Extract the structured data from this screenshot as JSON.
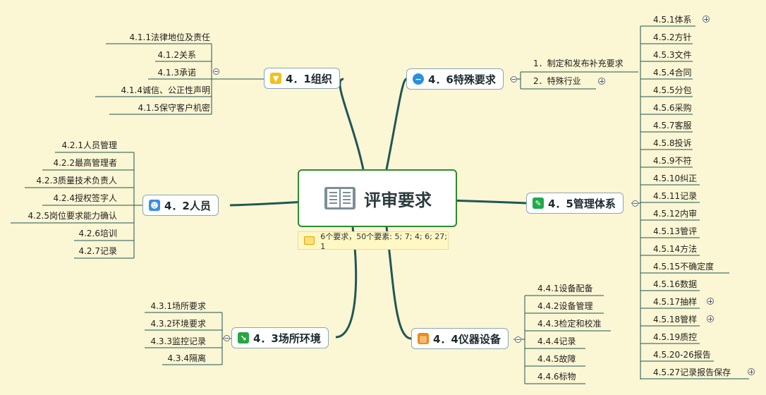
{
  "central": {
    "title": "评审要求",
    "icon": "open-book-icon"
  },
  "summary": "6个要求，50个要素: 5; 7; 4; 6; 27; 1",
  "colors": {
    "background": "#fbf6d3",
    "central_border": "#2e8b2e",
    "line": "#1f5757"
  },
  "b41": {
    "label": "4．1组织",
    "icon": "trophy-icon",
    "items": [
      "4.1.1法律地位及责任",
      "4.1.2关系",
      "4.1.3承诺",
      "4.1.4诚信、公正性声明",
      "4.1.5保守客户机密"
    ]
  },
  "b42": {
    "label": "4．2人员",
    "icon": "person-icon",
    "items": [
      "4.2.1人员管理",
      "4.2.2最高管理者",
      "4.2.3质量技术负责人",
      "4.2.4授权签字人",
      "4.2.5岗位要求能力确认",
      "4.2.6培训",
      "4.2.7记录"
    ]
  },
  "b43": {
    "label": "4．3场所环境",
    "icon": "resize-arrow-icon",
    "items": [
      "4.3.1场所要求",
      "4.3.2环境要求",
      "4.3.3监控记录",
      "4.3.4隔离"
    ]
  },
  "b44": {
    "label": "4．4仪器设备",
    "icon": "cart-icon",
    "items": [
      "4.4.1设备配备",
      "4.4.2设备管理",
      "4.4.3检定和校准",
      "4.4.4记录",
      "4.4.5故障",
      "4.4.6标物"
    ]
  },
  "b45": {
    "label": "4．5管理体系",
    "icon": "pencil-icon",
    "items": [
      "4.5.1体系",
      "4.5.2方针",
      "4.5.3文件",
      "4.5.4合同",
      "4.5.5分包",
      "4.5.6采购",
      "4.5.7客服",
      "4.5.8投诉",
      "4.5.9不符",
      "4.5.10纠正",
      "4.5.11记录",
      "4.5.12内审",
      "4.5.13管评",
      "4.5.14方法",
      "4.5.15不确定度",
      "4.5.16数据",
      "4.5.17抽样",
      "4.5.18管样",
      "4.5.19质控",
      "4.5.20-26报告",
      "4.5.27记录报告保存"
    ]
  },
  "b46": {
    "label": "4．6特殊要求",
    "icon": "minus-circle-icon",
    "items": [
      "1．制定和发布补充要求",
      "2．特殊行业"
    ]
  }
}
